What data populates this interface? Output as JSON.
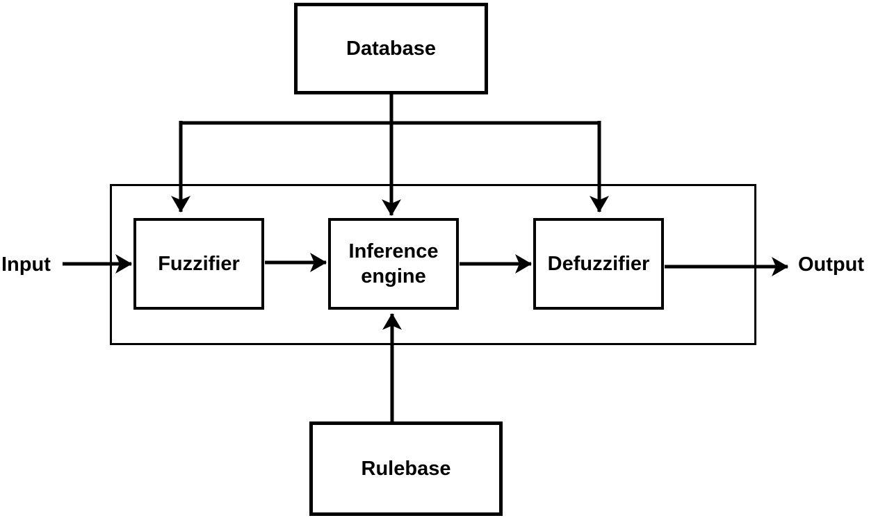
{
  "diagram": {
    "type": "block-diagram",
    "nodes": {
      "database": {
        "label": "Database"
      },
      "fuzzifier": {
        "label": "Fuzzifier"
      },
      "inference_engine": {
        "label": "Inference engine"
      },
      "defuzzifier": {
        "label": "Defuzzifier"
      },
      "rulebase": {
        "label": "Rulebase"
      }
    },
    "terminals": {
      "input": {
        "label": "Input"
      },
      "output": {
        "label": "Output"
      }
    },
    "edges": [
      {
        "from": "Database",
        "to": "Fuzzifier"
      },
      {
        "from": "Database",
        "to": "Inference engine"
      },
      {
        "from": "Database",
        "to": "Defuzzifier"
      },
      {
        "from": "Input",
        "to": "Fuzzifier"
      },
      {
        "from": "Fuzzifier",
        "to": "Inference engine"
      },
      {
        "from": "Inference engine",
        "to": "Defuzzifier"
      },
      {
        "from": "Defuzzifier",
        "to": "Output"
      },
      {
        "from": "Rulebase",
        "to": "Inference engine"
      }
    ],
    "colors": {
      "stroke": "#000000",
      "background": "#ffffff",
      "text": "#000000"
    }
  }
}
